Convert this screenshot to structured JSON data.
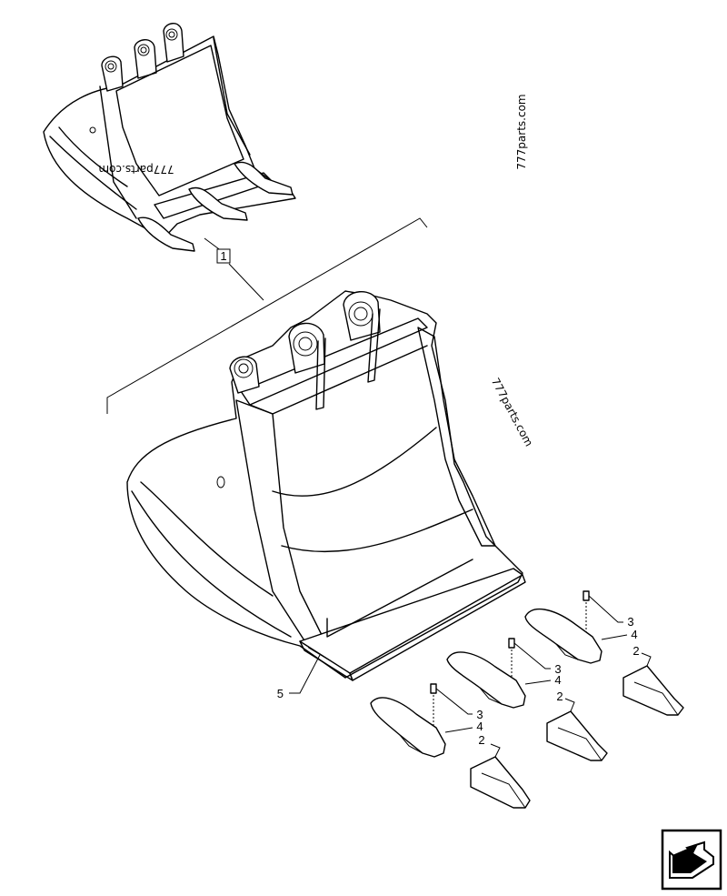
{
  "watermarks": {
    "upper_left": "777parts.com",
    "upper_right": "777parts.com",
    "middle_right": "777parts.com"
  },
  "callouts": {
    "assembly": "1",
    "tooth_tip": "2",
    "pin": "3",
    "adapter": "4",
    "bucket_body": "5"
  },
  "nav_icon": "next-page-arrow-icon"
}
